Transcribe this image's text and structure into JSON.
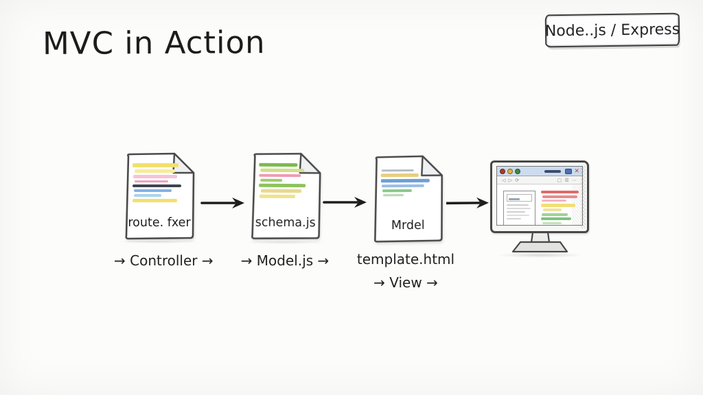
{
  "title": "MVC in Action",
  "badge": {
    "label": "Node..js / Express"
  },
  "flow": {
    "documents": [
      {
        "filename": "route. fxer",
        "caption": "→ Controller →",
        "lines": [
          {
            "color": "#f2e06e",
            "w": 88,
            "h": 6,
            "i": 2
          },
          {
            "color": "#f6ec9e",
            "w": 78,
            "h": 5,
            "i": 5
          },
          {
            "color": "#f6c3d8",
            "w": 84,
            "h": 5,
            "i": 3
          },
          {
            "color": "#f0a2bd",
            "w": 64,
            "h": 3,
            "i": 5
          },
          {
            "color": "#3d4350",
            "w": 93,
            "h": 4,
            "i": 2
          },
          {
            "color": "#82b2e6",
            "w": 72,
            "h": 4,
            "i": 4
          },
          {
            "color": "#a9d3ec",
            "w": 52,
            "h": 4,
            "i": 4
          },
          {
            "color": "#f2e06e",
            "w": 86,
            "h": 5,
            "i": 2
          }
        ]
      },
      {
        "filename": "schema.js",
        "caption": "→ Model.js →",
        "lines": [
          {
            "color": "#7cba4d",
            "w": 74,
            "h": 5,
            "i": 2
          },
          {
            "color": "#cfe08c",
            "w": 84,
            "h": 5,
            "i": 4
          },
          {
            "color": "#f19ab3",
            "w": 80,
            "h": 4,
            "i": 2
          },
          {
            "color": "#9bcd69",
            "w": 42,
            "h": 4,
            "i": 4
          },
          {
            "color": "#8dc35c",
            "w": 90,
            "h": 5,
            "i": 2
          },
          {
            "color": "#e8d98e",
            "w": 78,
            "h": 5,
            "i": 5
          },
          {
            "color": "#efe38b",
            "w": 68,
            "h": 5,
            "i": 3
          }
        ]
      },
      {
        "filename": "Mrdel",
        "caption": "template.html",
        "caption2": "→ View →",
        "lines": [
          {
            "color": "#b9bdc4",
            "w": 62,
            "h": 3,
            "i": 3
          },
          {
            "color": "#e6cf7d",
            "w": 72,
            "h": 5,
            "i": 2
          },
          {
            "color": "#6f9fd6",
            "w": 93,
            "h": 5,
            "i": 2
          },
          {
            "color": "#9abee4",
            "w": 82,
            "h": 4,
            "i": 3
          },
          {
            "color": "#8ac989",
            "w": 56,
            "h": 4,
            "i": 4
          },
          {
            "color": "#b4dbad",
            "w": 40,
            "h": 3,
            "i": 5
          }
        ]
      }
    ],
    "monitor": {
      "titlebar_color": "#ccdcee",
      "traffic_lights": {
        "red": "#aa392c",
        "yellow": "#e2b23b",
        "green": "#3c8a45"
      },
      "close_icon": "✕",
      "toolbar_left": "◁ ▷ ⟳",
      "toolbar_right": "▢ ☰ ⋯",
      "card_lines": [
        {
          "color": "#cdcdcd",
          "w": 86,
          "h": 2,
          "i": 0
        },
        {
          "color": "#dadada",
          "w": 94,
          "h": 2,
          "i": 0
        },
        {
          "color": "#d0d0d0",
          "w": 72,
          "h": 2,
          "i": 0
        },
        {
          "color": "#dedede",
          "w": 88,
          "h": 2,
          "i": 0
        },
        {
          "color": "#d4d4d4",
          "w": 58,
          "h": 2,
          "i": 0
        }
      ],
      "content_lines": [
        {
          "color": "#df6a68",
          "w": 94,
          "h": 4,
          "i": 0
        },
        {
          "color": "#e88d8b",
          "w": 88,
          "h": 4,
          "i": 2
        },
        {
          "color": "#f2b6c4",
          "w": 62,
          "h": 3,
          "i": 1
        },
        {
          "color": "#f2de78",
          "w": 86,
          "h": 5,
          "i": 0
        },
        {
          "color": "#efe29b",
          "w": 46,
          "h": 4,
          "i": 3
        },
        {
          "color": "#9ed29a",
          "w": 66,
          "h": 4,
          "i": 1
        },
        {
          "color": "#7ec37e",
          "w": 76,
          "h": 4,
          "i": 0
        },
        {
          "color": "#c2e1b7",
          "w": 48,
          "h": 3,
          "i": 2
        }
      ]
    }
  },
  "colors": {
    "ink": "#474747",
    "background": "#fcfcfb"
  }
}
